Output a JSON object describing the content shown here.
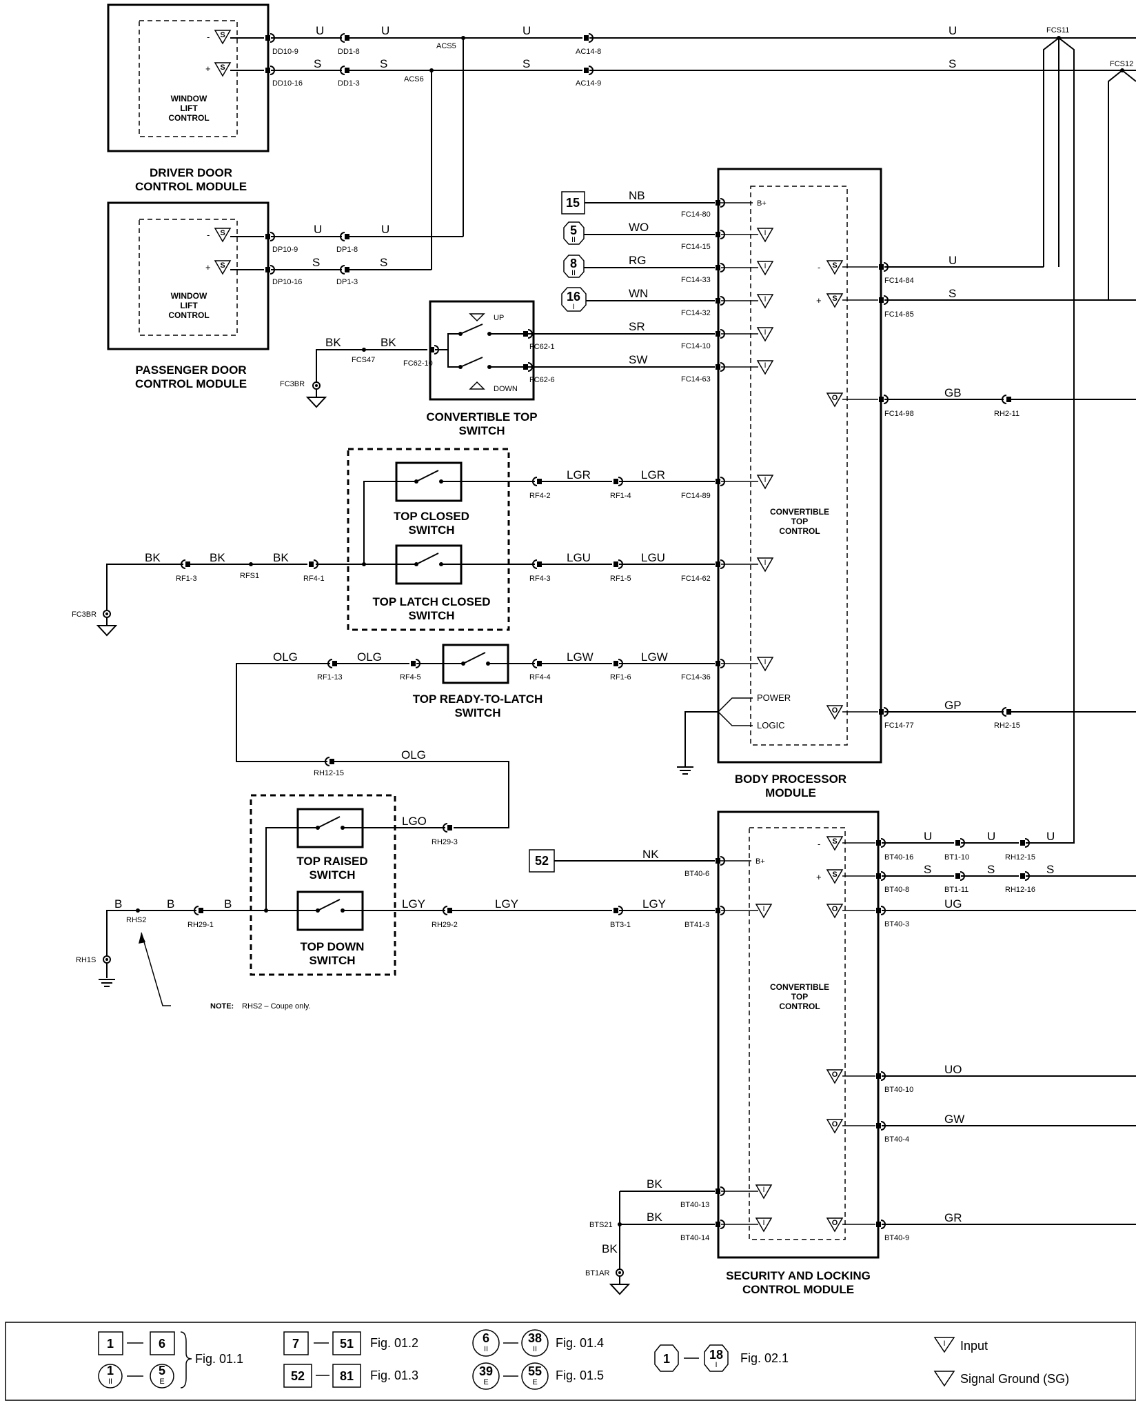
{
  "modules": {
    "driver_door": {
      "title1": "DRIVER DOOR",
      "title2": "CONTROL MODULE",
      "inner1": "WINDOW",
      "inner2": "LIFT",
      "inner3": "CONTROL"
    },
    "passenger_door": {
      "title1": "PASSENGER DOOR",
      "title2": "CONTROL MODULE",
      "inner1": "WINDOW",
      "inner2": "LIFT",
      "inner3": "CONTROL"
    },
    "body_processor": {
      "title1": "BODY PROCESSOR",
      "title2": "MODULE",
      "inner1": "CONVERTIBLE",
      "inner2": "TOP",
      "inner3": "CONTROL",
      "power": "POWER",
      "logic": "LOGIC",
      "bplus": "B+"
    },
    "security_locking": {
      "title1": "SECURITY AND LOCKING",
      "title2": "CONTROL MODULE",
      "inner1": "CONVERTIBLE",
      "inner2": "TOP",
      "inner3": "CONTROL",
      "bplus": "B+"
    }
  },
  "switches": {
    "convertible_top": {
      "title1": "CONVERTIBLE TOP",
      "title2": "SWITCH",
      "up": "UP",
      "down": "DOWN"
    },
    "top_closed": {
      "title1": "TOP CLOSED",
      "title2": "SWITCH"
    },
    "top_latch_closed": {
      "title1": "TOP LATCH CLOSED",
      "title2": "SWITCH"
    },
    "top_ready_to_latch": {
      "title1": "TOP READY-TO-LATCH",
      "title2": "SWITCH"
    },
    "top_raised": {
      "title1": "TOP RAISED",
      "title2": "SWITCH"
    },
    "top_down": {
      "title1": "TOP DOWN",
      "title2": "SWITCH"
    }
  },
  "symbols": {
    "serial": "S",
    "input": "I",
    "output": "O",
    "minus": "-",
    "plus": "+"
  },
  "refs": {
    "r15": "15",
    "r5": "5",
    "r8": "8",
    "r16": "16",
    "r52": "52",
    "sub_ii": "II",
    "sub_i": "I"
  },
  "wires": {
    "U": "U",
    "S": "S",
    "NB": "NB",
    "WO": "WO",
    "RG": "RG",
    "WN": "WN",
    "SR": "SR",
    "SW": "SW",
    "BK": "BK",
    "GB": "GB",
    "LGR": "LGR",
    "LGU": "LGU",
    "OLG": "OLG",
    "LGW": "LGW",
    "GP": "GP",
    "LGO": "LGO",
    "NK": "NK",
    "B": "B",
    "LGY": "LGY",
    "UG": "UG",
    "UO": "UO",
    "GW": "GW",
    "GR": "GR"
  },
  "connectors": {
    "DD10_9": "DD10-9",
    "DD10_16": "DD10-16",
    "DD1_8": "DD1-8",
    "DD1_3": "DD1-3",
    "ACS5": "ACS5",
    "ACS6": "ACS6",
    "AC14_8": "AC14-8",
    "AC14_9": "AC14-9",
    "FCS11": "FCS11",
    "FCS12": "FCS12",
    "DP10_9": "DP10-9",
    "DP10_16": "DP10-16",
    "DP1_8": "DP1-8",
    "DP1_3": "DP1-3",
    "FC14_80": "FC14-80",
    "FC14_15": "FC14-15",
    "FC14_33": "FC14-33",
    "FC14_32": "FC14-32",
    "FC14_10": "FC14-10",
    "FC14_63": "FC14-63",
    "FC14_89": "FC14-89",
    "FC14_62": "FC14-62",
    "FC14_36": "FC14-36",
    "FC14_84": "FC14-84",
    "FC14_85": "FC14-85",
    "FC14_98": "FC14-98",
    "FC14_77": "FC14-77",
    "RH2_11": "RH2-11",
    "RH2_15": "RH2-15",
    "FC62_1": "FC62-1",
    "FC62_6": "FC62-6",
    "FC62_10": "FC62-10",
    "FCS47": "FCS47",
    "FC3BR": "FC3BR",
    "RF4_2": "RF4-2",
    "RF1_4": "RF1-4",
    "RF1_3": "RF1-3",
    "RFS1": "RFS1",
    "RF4_1": "RF4-1",
    "RF4_3": "RF4-3",
    "RF1_5": "RF1-5",
    "RF1_13": "RF1-13",
    "RF4_5": "RF4-5",
    "RF4_4": "RF4-4",
    "RF1_6": "RF1-6",
    "RH12_15": "RH12-15",
    "RH12_16": "RH12-16",
    "RH29_3": "RH29-3",
    "RH29_2": "RH29-2",
    "RH29_1": "RH29-1",
    "RHS2": "RHS2",
    "RH1S": "RH1S",
    "BT40_6": "BT40-6",
    "BT41_3": "BT41-3",
    "BT3_1": "BT3-1",
    "BT40_16": "BT40-16",
    "BT40_8": "BT40-8",
    "BT1_10": "BT1-10",
    "BT1_11": "BT1-11",
    "BT40_3": "BT40-3",
    "BT40_10": "BT40-10",
    "BT40_4": "BT40-4",
    "BT40_13": "BT40-13",
    "BT40_14": "BT40-14",
    "BT40_9": "BT40-9",
    "BTS21": "BTS21",
    "BT1AR": "BT1AR"
  },
  "note": {
    "label": "NOTE:",
    "text": "RHS2 – Coupe only."
  },
  "legend": {
    "b1": "1",
    "b6": "6",
    "fig011": "Fig. 01.1",
    "c1": "1",
    "c1s": "II",
    "c5": "5",
    "c5s": "E",
    "b7": "7",
    "b51": "51",
    "fig012": "Fig. 01.2",
    "b52": "52",
    "b81": "81",
    "fig013": "Fig. 01.3",
    "c6": "6",
    "c6s": "II",
    "c38": "38",
    "c38s": "II",
    "fig014": "Fig. 01.4",
    "c39": "39",
    "c39s": "E",
    "c55": "55",
    "c55s": "E",
    "fig015": "Fig. 01.5",
    "o1": "1",
    "o18": "18",
    "o18s": "I",
    "fig021": "Fig. 02.1",
    "input_label": "Input",
    "sg_label": "Signal Ground (SG)",
    "tri_i": "I"
  }
}
